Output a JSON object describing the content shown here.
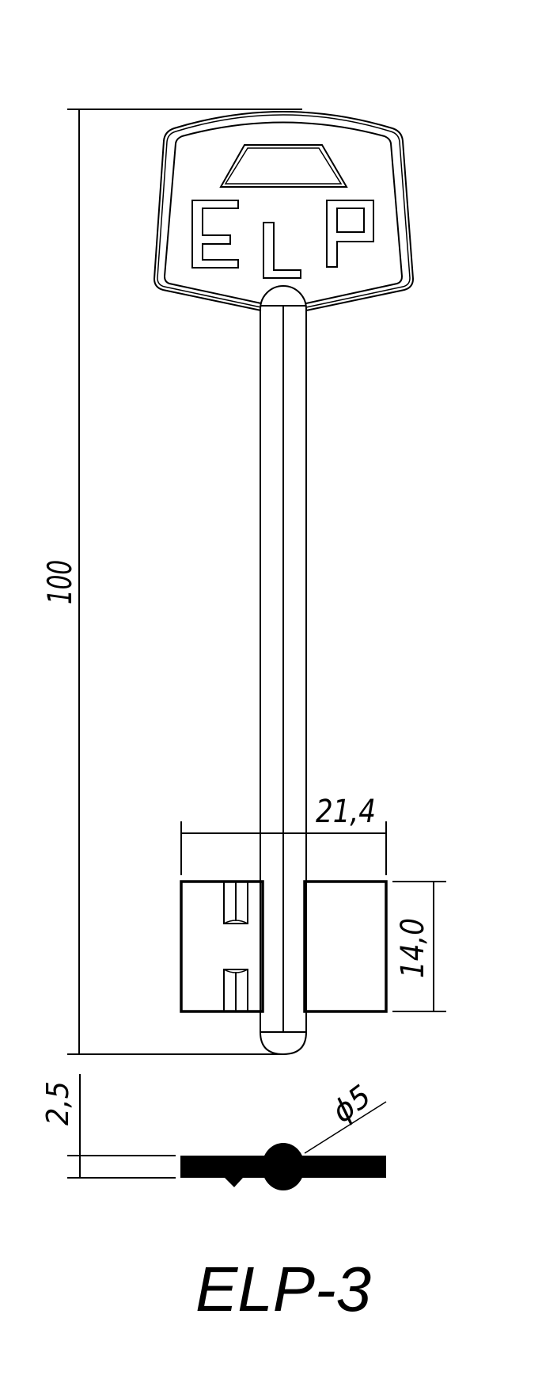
{
  "drawing": {
    "title": "ELP-3",
    "head_logo": "ELP",
    "colors": {
      "line": "#000000",
      "background": "#ffffff"
    }
  },
  "dimensions": {
    "overall_length": "100",
    "bit_width": "21,4",
    "bit_height": "14,0",
    "section_thickness": "2,5",
    "shank_diameter": "ϕ5"
  }
}
